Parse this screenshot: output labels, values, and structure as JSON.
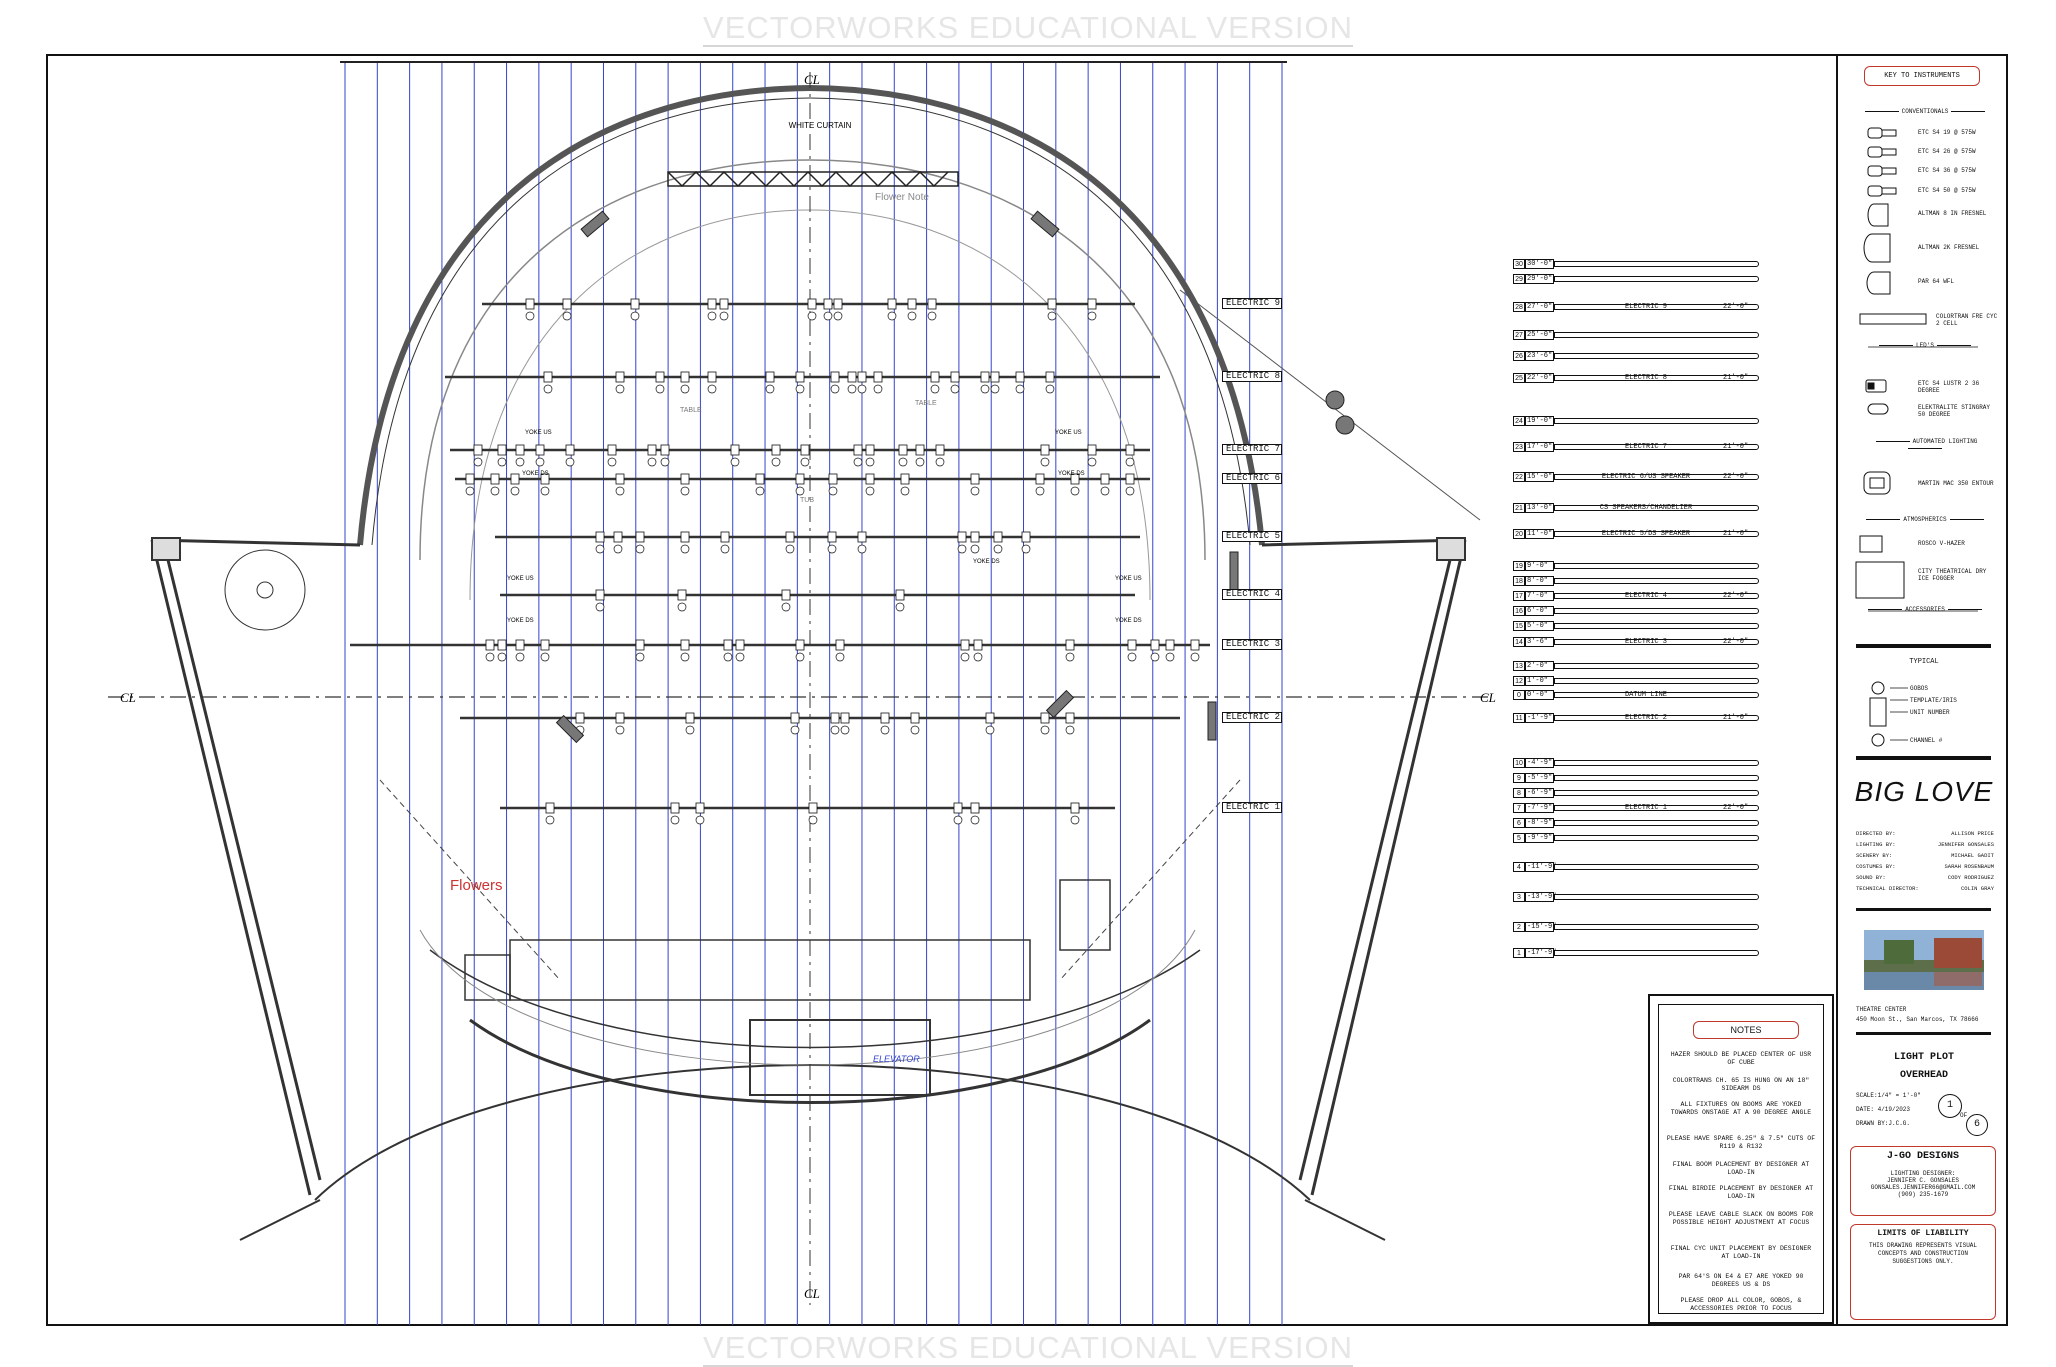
{
  "watermark": "VECTORWORKS EDUCATIONAL VERSION",
  "colors": {
    "lineset": "#3344cc",
    "text": "#111111",
    "accent": "#c0392b",
    "flowers": "#cc3333"
  },
  "plot": {
    "centerline_label": "CL",
    "white_curtain": "WHITE CURTAIN",
    "flower_note": "Flower Note",
    "table_label": "TABLE",
    "tub_label": "TUB",
    "flowers_label": "Flowers",
    "elevator_label": "ELEVATOR",
    "yoke_us": "YOKE US",
    "yoke_ds": "YOKE DS",
    "electrics": [
      {
        "label": "ELECTRIC 9"
      },
      {
        "label": "ELECTRIC 8"
      },
      {
        "label": "ELECTRIC 7"
      },
      {
        "label": "ELECTRIC 6"
      },
      {
        "label": "ELECTRIC 5"
      },
      {
        "label": "ELECTRIC 4"
      },
      {
        "label": "ELECTRIC 3"
      },
      {
        "label": "ELECTRIC 2"
      },
      {
        "label": "ELECTRIC 1"
      }
    ]
  },
  "schedule": [
    {
      "num": "30",
      "elev": "30'-0\"",
      "label": "",
      "len": ""
    },
    {
      "num": "29",
      "elev": "29'-0\"",
      "label": "",
      "len": ""
    },
    {
      "num": "28",
      "elev": "27'-0\"",
      "label": "ELECTRIC 9",
      "len": "22'-0\""
    },
    {
      "num": "27",
      "elev": "25'-0\"",
      "label": "",
      "len": ""
    },
    {
      "num": "26",
      "elev": "23'-6\"",
      "label": "",
      "len": ""
    },
    {
      "num": "25",
      "elev": "22'-0\"",
      "label": "ELECTRIC 8",
      "len": "21'-0\""
    },
    {
      "num": "24",
      "elev": "19'-0\"",
      "label": "",
      "len": ""
    },
    {
      "num": "23",
      "elev": "17'-0\"",
      "label": "ELECTRIC 7",
      "len": "21'-0\""
    },
    {
      "num": "22",
      "elev": "15'-0\"",
      "label": "ELECTRIC 6/US SPEAKER",
      "len": "22'-0\""
    },
    {
      "num": "21",
      "elev": "13'-0\"",
      "label": "CS SPEAKERS/CHANDELIER",
      "len": ""
    },
    {
      "num": "20",
      "elev": "11'-0\"",
      "label": "ELECTRIC 5/DS SPEAKER",
      "len": "21'-0\""
    },
    {
      "num": "19",
      "elev": "9'-0\"",
      "label": "",
      "len": ""
    },
    {
      "num": "18",
      "elev": "8'-0\"",
      "label": "",
      "len": ""
    },
    {
      "num": "17",
      "elev": "7'-0\"",
      "label": "ELECTRIC 4",
      "len": "22'-0\""
    },
    {
      "num": "16",
      "elev": "6'-0\"",
      "label": "",
      "len": ""
    },
    {
      "num": "15",
      "elev": "5'-0\"",
      "label": "",
      "len": ""
    },
    {
      "num": "14",
      "elev": "3'-6\"",
      "label": "ELECTRIC 3",
      "len": "22'-0\""
    },
    {
      "num": "13",
      "elev": "2'-0\"",
      "label": "",
      "len": ""
    },
    {
      "num": "12",
      "elev": "1'-0\"",
      "label": "",
      "len": ""
    },
    {
      "num": "0",
      "elev": "0'-0\"",
      "label": "DATUM LINE",
      "len": ""
    },
    {
      "num": "11",
      "elev": "-1'-9\"",
      "label": "ELECTRIC 2",
      "len": "21'-0\""
    },
    {
      "num": "10",
      "elev": "-4'-9\"",
      "label": "",
      "len": ""
    },
    {
      "num": "9",
      "elev": "-5'-9\"",
      "label": "",
      "len": ""
    },
    {
      "num": "8",
      "elev": "-6'-9\"",
      "label": "",
      "len": ""
    },
    {
      "num": "7",
      "elev": "-7'-9\"",
      "label": "ELECTRIC 1",
      "len": "22'-0\""
    },
    {
      "num": "6",
      "elev": "-8'-9\"",
      "label": "",
      "len": ""
    },
    {
      "num": "5",
      "elev": "-9'-9\"",
      "label": "",
      "len": ""
    },
    {
      "num": "4",
      "elev": "-11'-9\"",
      "label": "",
      "len": ""
    },
    {
      "num": "3",
      "elev": "-13'-9\"",
      "label": "",
      "len": ""
    },
    {
      "num": "2",
      "elev": "-15'-9\"",
      "label": "",
      "len": ""
    },
    {
      "num": "1",
      "elev": "-17'-9\"",
      "label": "",
      "len": ""
    }
  ],
  "notes": {
    "title": "NOTES",
    "items": [
      "HAZER SHOULD BE PLACED CENTER OF USR OF CUBE",
      "COLORTRANS CH. 65 IS HUNG ON AN 18\" SIDEARM DS",
      "ALL FIXTURES ON BOOMS ARE YOKED TOWARDS ONSTAGE AT A 90 DEGREE ANGLE",
      "PLEASE HAVE SPARE 6.25\" & 7.5\" CUTS OF R119 & R132",
      "FINAL BOOM PLACEMENT BY DESIGNER AT LOAD-IN",
      "FINAL BIRDIE PLACEMENT BY DESIGNER AT LOAD-IN",
      "PLEASE LEAVE CABLE SLACK ON BOOMS FOR POSSIBLE HEIGHT ADJUSTMENT AT FOCUS",
      "FINAL CYC UNIT PLACEMENT BY DESIGNER AT LOAD-IN",
      "PAR 64'S ON E4 & E7 ARE YOKED 90 DEGREES US & DS",
      "PLEASE DROP ALL COLOR, GOBOS, & ACCESSORIES PRIOR TO FOCUS"
    ]
  },
  "title_block": {
    "key_title": "KEY TO INSTRUMENTS",
    "conventionals": "CONVENTIONALS",
    "instruments": [
      "ETC S4 19 @ 575W",
      "ETC S4 26 @ 575W",
      "ETC S4 36 @ 575W",
      "ETC S4 50 @ 575W",
      "ALTMAN 8 IN FRESNEL",
      "ALTMAN 2K FRESNEL",
      "PAR 64 WFL",
      "COLORTRAN FRE CYC 2 CELL"
    ],
    "leds": "LED'S",
    "led_instruments": [
      "ETC S4 LUSTR 2 36 DEGREE",
      "ELEKTRALITE STINGRAY 50 DEGREE"
    ],
    "automated": "AUTOMATED LIGHTING",
    "automated_instruments": [
      "MARTIN MAC 350 ENTOUR"
    ],
    "atmospherics": "ATMOSPHERICS",
    "atmo_instruments": [
      "ROSCO V-HAZER",
      "CITY THEATRICAL DRY ICE FOGGER"
    ],
    "accessories": "ACCESSORIES",
    "typical": "TYPICAL",
    "typical_labels": [
      "GOBOS",
      "TEMPLATE/IRIS",
      "UNIT NUMBER",
      "CHANNEL #"
    ],
    "show_title": "BIG LOVE",
    "credits": [
      {
        "role": "DIRECTED BY:",
        "name": "ALLISON PRICE"
      },
      {
        "role": "LIGHTING BY:",
        "name": "JENNIFER GONSALES"
      },
      {
        "role": "SCENERY BY:",
        "name": "MICHAEL GADIT"
      },
      {
        "role": "COSTUMES BY:",
        "name": "SARAH ROSENBAUM"
      },
      {
        "role": "SOUND BY:",
        "name": "CODY RODRIGUEZ"
      },
      {
        "role": "TECHNICAL DIRECTOR:",
        "name": "COLIN GRAY"
      }
    ],
    "venue_name": "THEATRE CENTER",
    "venue_address": "450 Moon St., San Marcos, TX 78666",
    "sheet_title_1": "LIGHT PLOT",
    "sheet_title_2": "OVERHEAD",
    "scale": "SCALE:1/4\" = 1'-0\"",
    "date": "DATE: 4/19/2023",
    "drawn_by": "DRAWN BY:J.C.G.",
    "sheet_num": "1",
    "sheet_of": "OF",
    "sheet_total": "6",
    "firm": "J-GO DESIGNS",
    "designer_role": "LIGHTING DESIGNER:",
    "designer_name": "JENNIFER C. GONSALES",
    "designer_email": "GONSALES.JENNIFER66@GMAIL.COM",
    "designer_phone": "(909) 235-1679",
    "liability_title": "LIMITS OF LIABILITY",
    "liability_text": "THIS DRAWING REPRESENTS VISUAL CONCEPTS AND CONSTRUCTION SUGGESTIONS ONLY."
  }
}
